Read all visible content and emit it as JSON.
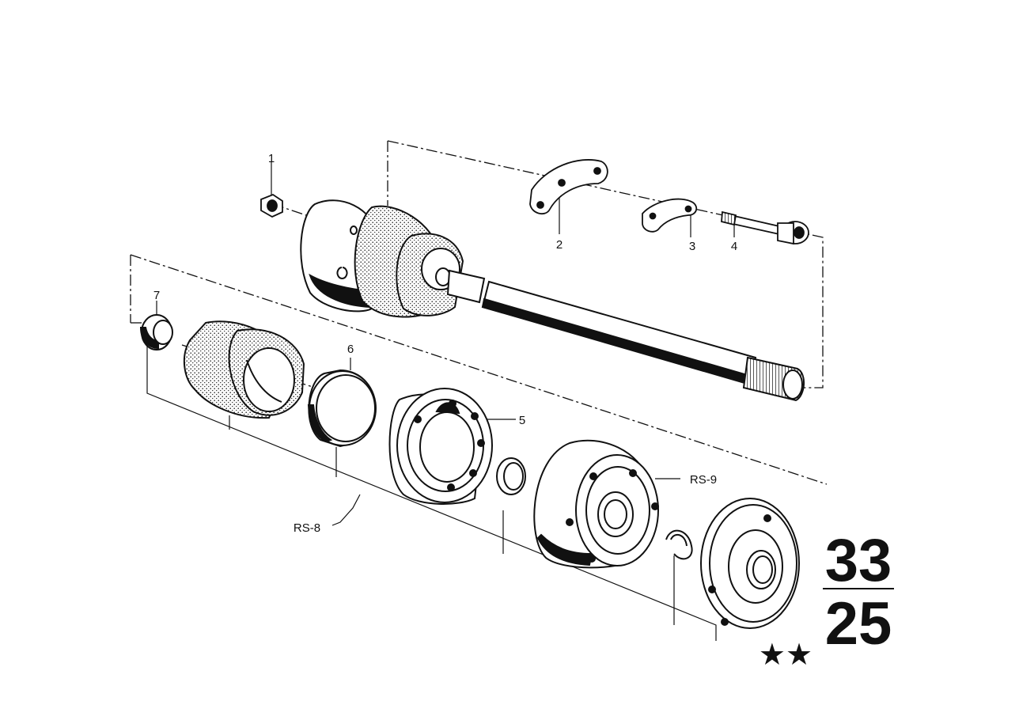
{
  "callouts": {
    "c1": "1",
    "c2": "2",
    "c3": "3",
    "c4": "4",
    "c5": "5",
    "c6": "6",
    "c7": "7",
    "rs8": "RS-8",
    "rs9": "RS-9"
  },
  "group_code": {
    "top": "33",
    "bottom": "25",
    "stars": "★★"
  }
}
